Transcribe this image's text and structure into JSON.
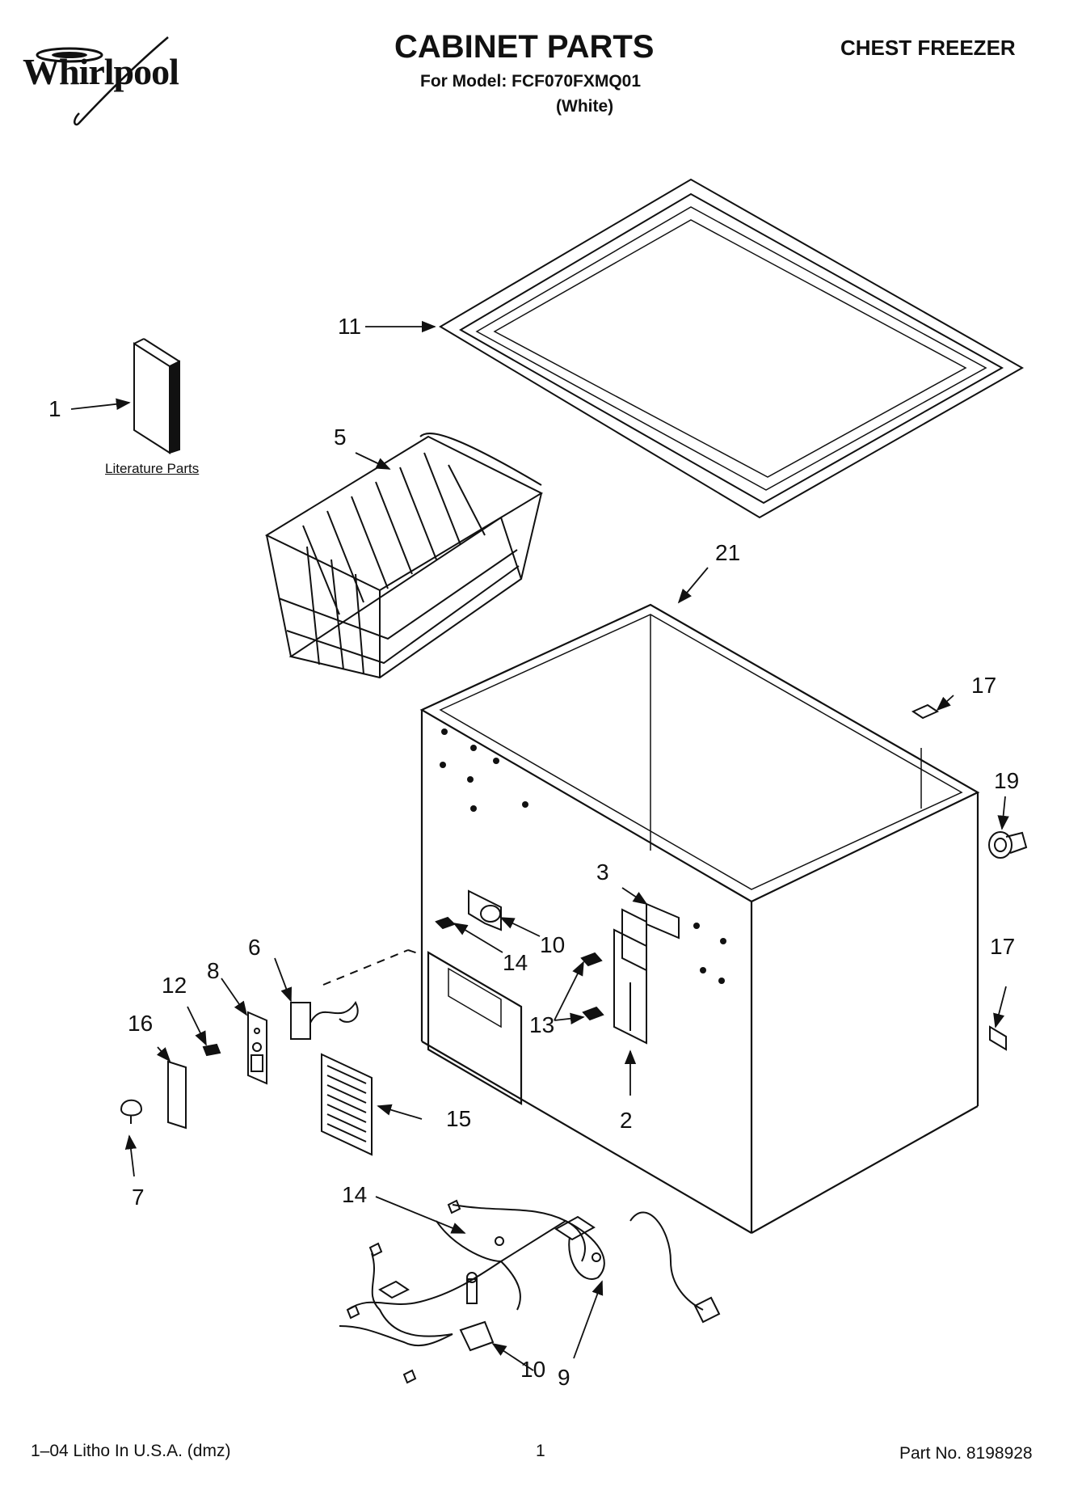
{
  "header": {
    "brand": "Whirlpool",
    "title": "CABINET PARTS",
    "model_line": "For Model: FCF070FXMQ01",
    "color_line": "(White)",
    "category": "CHEST FREEZER"
  },
  "labels": {
    "literature": "Literature Parts"
  },
  "callouts": {
    "c1": "1",
    "c2": "2",
    "c3": "3",
    "c5": "5",
    "c6": "6",
    "c7": "7",
    "c8": "8",
    "c9": "9",
    "c10a": "10",
    "c10b": "10",
    "c11": "11",
    "c12": "12",
    "c13": "13",
    "c14a": "14",
    "c14b": "14",
    "c15": "15",
    "c16": "16",
    "c17a": "17",
    "c17b": "17",
    "c19": "19",
    "c21": "21"
  },
  "footer": {
    "litho": "1–04 Litho In U.S.A. (dmz)",
    "page": "1",
    "part_no": "Part No. 8198928"
  }
}
